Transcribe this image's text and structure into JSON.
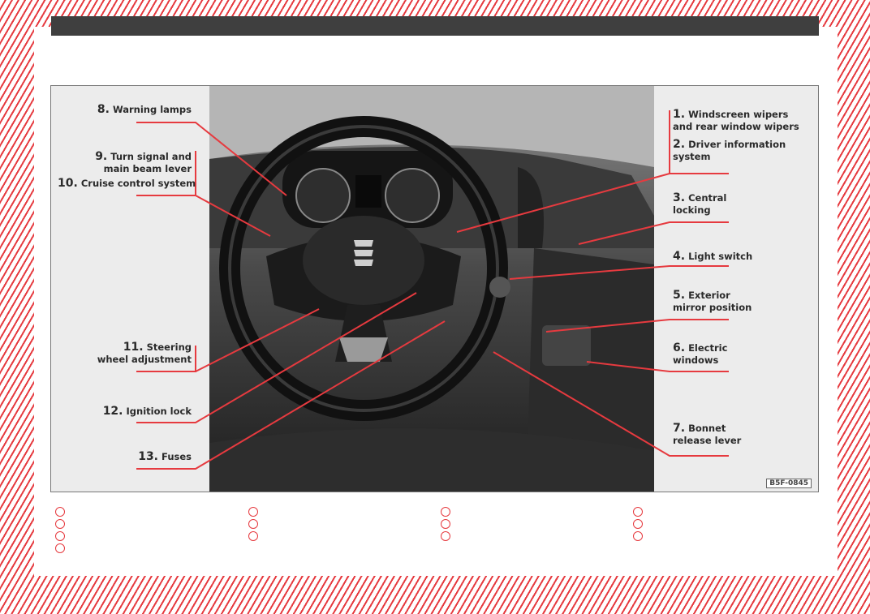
{
  "figure": {
    "id": "B5F-0845",
    "labels": {
      "l1": {
        "num": "1.",
        "text": [
          "Windscreen wipers",
          "and rear window wipers"
        ]
      },
      "l2": {
        "num": "2.",
        "text": [
          "Driver information",
          "system"
        ]
      },
      "l3": {
        "num": "3.",
        "text": [
          "Central",
          "locking"
        ]
      },
      "l4": {
        "num": "4.",
        "text": [
          "Light switch"
        ]
      },
      "l5": {
        "num": "5.",
        "text": [
          "Exterior",
          "mirror position"
        ]
      },
      "l6": {
        "num": "6.",
        "text": [
          "Electric",
          "windows"
        ]
      },
      "l7": {
        "num": "7.",
        "text": [
          "Bonnet",
          "release lever"
        ]
      },
      "l8": {
        "num": "8.",
        "text": [
          "Warning lamps"
        ]
      },
      "l9": {
        "num": "9.",
        "text": [
          "Turn signal and",
          "main beam lever"
        ]
      },
      "l10": {
        "num": "10.",
        "text": [
          "Cruise control system"
        ]
      },
      "l11": {
        "num": "11.",
        "text": [
          "Steering",
          "wheel adjustment"
        ]
      },
      "l12": {
        "num": "12.",
        "text": [
          "Ignition lock"
        ]
      },
      "l13": {
        "num": "13.",
        "text": [
          "Fuses"
        ]
      }
    }
  },
  "colors": {
    "accent": "#e63a3f",
    "bar": "#3f3f3f"
  }
}
